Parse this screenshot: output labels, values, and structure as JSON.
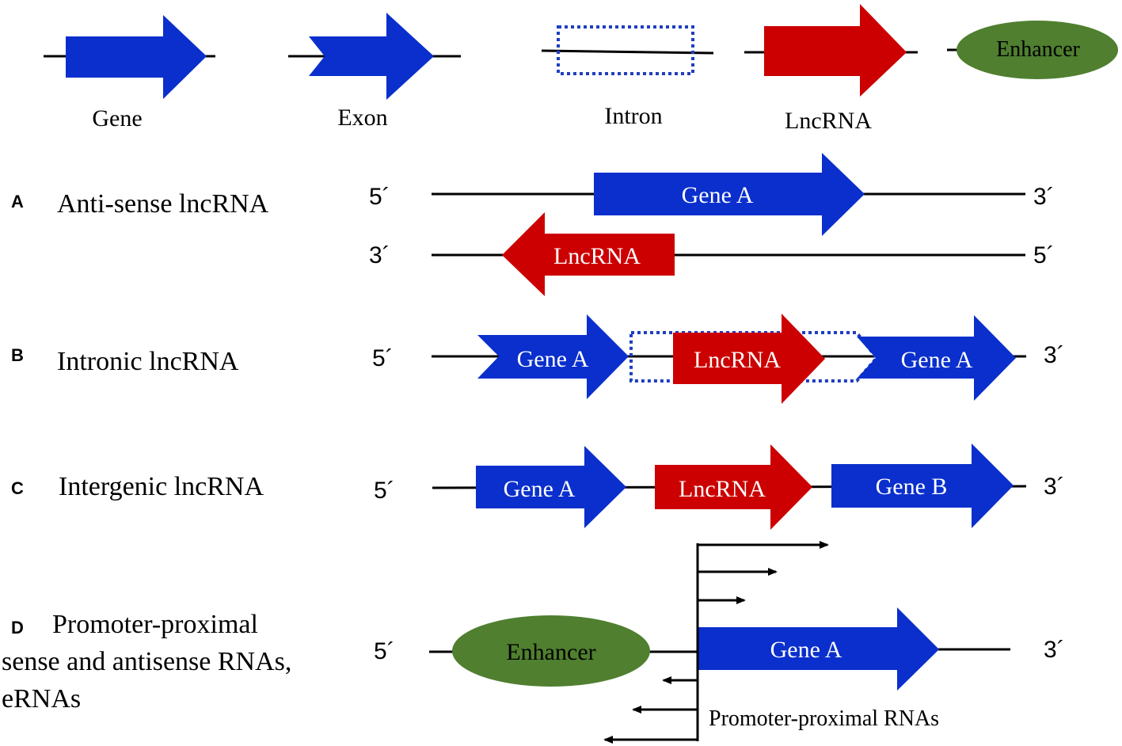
{
  "colors": {
    "gene": "#0a2fcc",
    "lncrna": "#cc0000",
    "enhancer": "#4f7f2f",
    "intron_box": "#1f3fbf",
    "line": "#000000"
  },
  "legend": {
    "gene": "Gene",
    "exon": "Exon",
    "intron": "Intron",
    "lncrna": "LncRNA",
    "enhancer": "Enhancer"
  },
  "panels": {
    "A": {
      "letter": "A",
      "title": "Anti-sense lncRNA",
      "top_left": "5´",
      "top_right": "3´",
      "bottom_left": "3´",
      "bottom_right": "5´",
      "gene": "Gene A",
      "lnc": "LncRNA"
    },
    "B": {
      "letter": "B",
      "title": "Intronic lncRNA",
      "left": "5´",
      "right": "3´",
      "gene1": "Gene A",
      "lnc": "LncRNA",
      "gene2": "Gene A"
    },
    "C": {
      "letter": "C",
      "title": "Intergenic lncRNA",
      "left": "5´",
      "right": "3´",
      "gene1": "Gene A",
      "lnc": "LncRNA",
      "gene2": "Gene B"
    },
    "D": {
      "letter": "D",
      "title_line1": "Promoter-proximal",
      "title_line2": "sense and antisense RNAs,",
      "title_line3": "eRNAs",
      "left": "5´",
      "right": "3´",
      "enhancer": "Enhancer",
      "gene": "Gene A",
      "caption": "Promoter-proximal RNAs"
    }
  }
}
